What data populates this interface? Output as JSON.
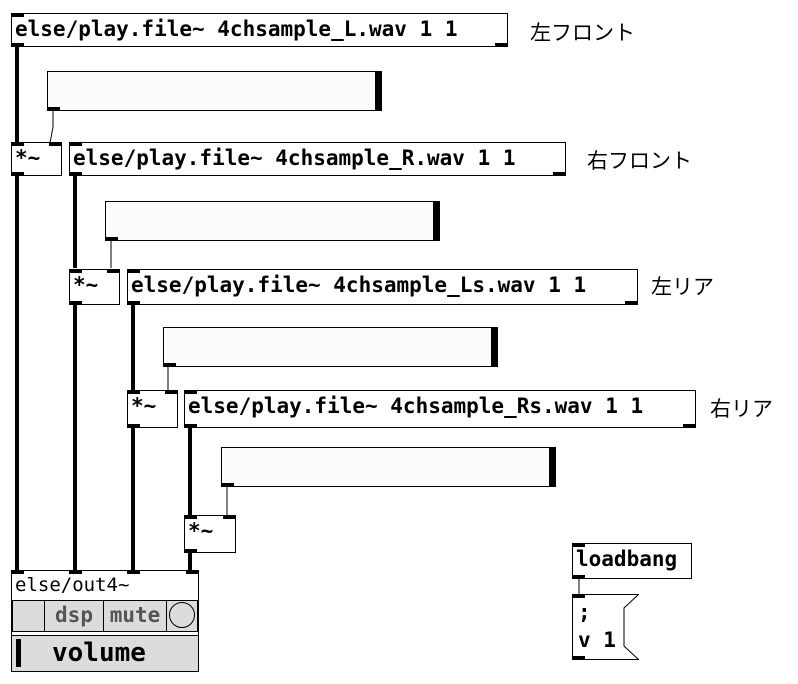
{
  "objects": {
    "play_fl": "else/play.file~ 4chsample_L.wav 1 1",
    "play_fr": "else/play.file~ 4chsample_R.wav 1 1",
    "play_ls": "else/play.file~ 4chsample_Ls.wav 1 1",
    "play_rs": "else/play.file~ 4chsample_Rs.wav 1 1",
    "mul": "*~",
    "loadbang": "loadbang"
  },
  "comments": {
    "front_left": "左フロント",
    "front_right": "右フロント",
    "rear_left": "左リア",
    "rear_right": "右リア"
  },
  "sliders": {
    "fl_level": 1.0,
    "fr_level": 1.0,
    "ls_level": 1.0,
    "rs_level": 1.0
  },
  "out4": {
    "title": "else/out4~",
    "dsp": "dsp",
    "mute": "mute",
    "volume": "volume"
  },
  "message": {
    "line1": ";",
    "line2": "v 1"
  }
}
